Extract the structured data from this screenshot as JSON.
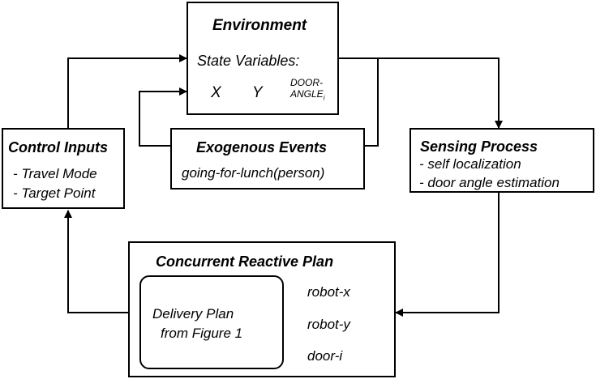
{
  "environment": {
    "title": "Environment",
    "state_label": "State Variables:",
    "vars": {
      "x": "X",
      "y": "Y",
      "door_line1": "DOOR-",
      "door_line2": "ANGLE",
      "door_sub": "i"
    }
  },
  "control_inputs": {
    "title": "Control Inputs",
    "items": [
      "- Travel Mode",
      "- Target Point"
    ]
  },
  "exogenous_events": {
    "title": "Exogenous Events",
    "event": "going-for-lunch(person)"
  },
  "sensing_process": {
    "title": "Sensing Process",
    "items": [
      "- self localization",
      "- door angle estimation"
    ]
  },
  "reactive_plan": {
    "title": "Concurrent Reactive Plan",
    "delivery_line1": "Delivery Plan",
    "delivery_line2": "from Figure 1",
    "vars": [
      "robot-x",
      "robot-y",
      "door-i"
    ]
  }
}
